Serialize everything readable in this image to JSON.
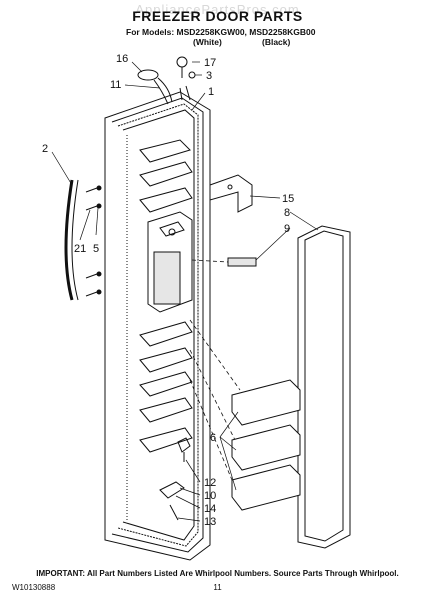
{
  "header": {
    "watermark": "AppliancePartsPros.com",
    "title": "FREEZER DOOR PARTS",
    "models_line": "For Models: MSD2258KGW00, MSD2258KGB00",
    "variant_white": "(White)",
    "variant_black": "(Black)"
  },
  "callouts": {
    "c16": "16",
    "c17": "17",
    "c3": "3",
    "c11": "11",
    "c1": "1",
    "c2": "2",
    "c21": "21",
    "c5": "5",
    "c15": "15",
    "c8": "8",
    "c9": "9",
    "c6": "6",
    "c12": "12",
    "c10": "10",
    "c14": "14",
    "c13": "13"
  },
  "footer": {
    "note": "IMPORTANT: All Part Numbers Listed Are Whirlpool Numbers. Source Parts Through Whirlpool.",
    "doc_number": "W10130888",
    "page_number": "11"
  }
}
